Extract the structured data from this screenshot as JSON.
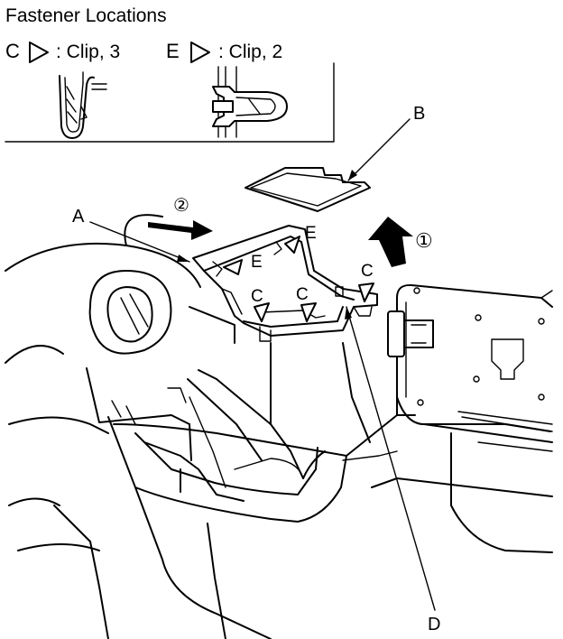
{
  "header": {
    "title": "Fastener Locations",
    "legend_c_letter": "C",
    "legend_c_text": ": Clip, 3",
    "legend_e_letter": "E",
    "legend_e_text": ": Clip, 2"
  },
  "callouts": {
    "a": "A",
    "b": "B",
    "d": "D",
    "step1": "①",
    "step2": "②"
  },
  "clip_labels": {
    "c1": "C",
    "c2": "C",
    "c3": "C",
    "e1": "E",
    "e2": "E"
  }
}
